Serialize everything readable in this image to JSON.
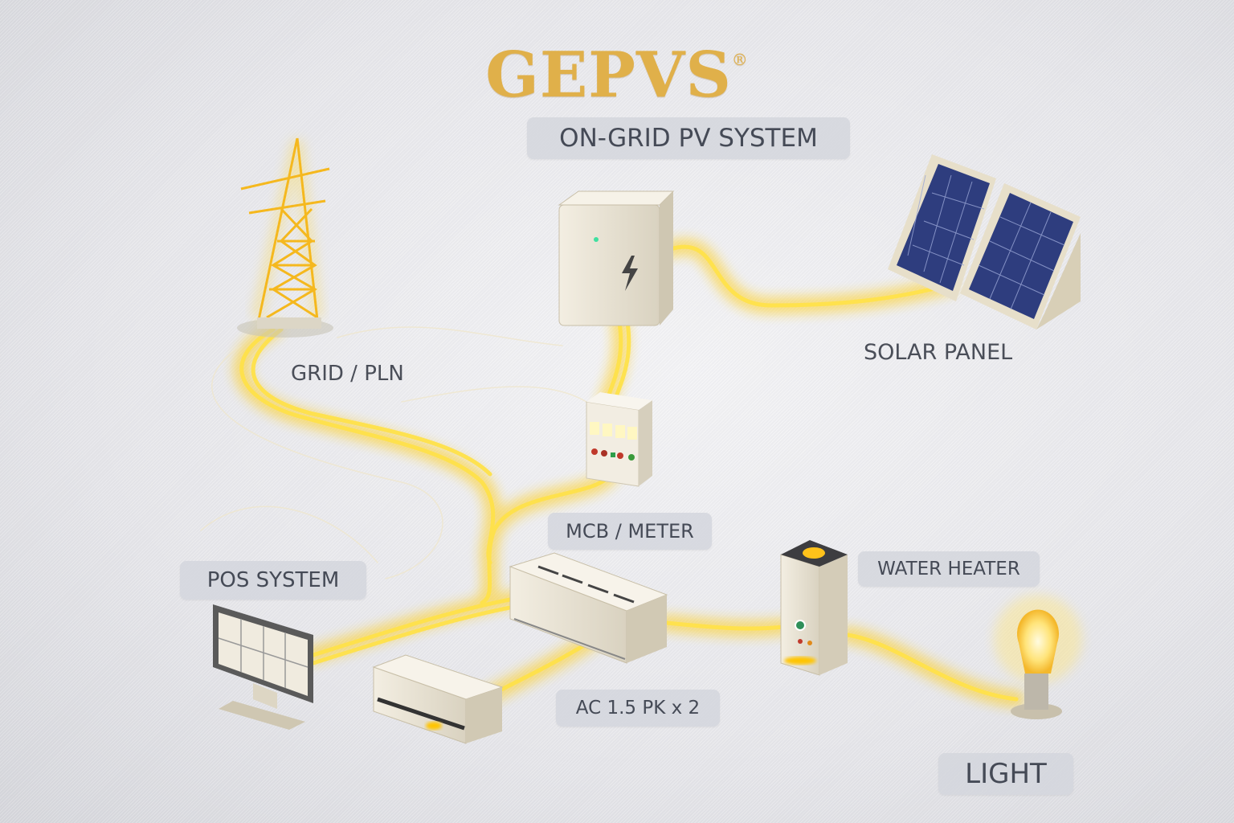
{
  "brand": {
    "name": "GEPVS",
    "registered": "®",
    "color": "#e0b04a"
  },
  "subtitle": "ON-GRID PV SYSTEM",
  "labels": {
    "grid": "GRID / PLN",
    "solar": "SOLAR PANEL",
    "mcb": "MCB / METER",
    "pos": "POS SYSTEM",
    "ac": "AC 1.5 PK x 2",
    "heater": "WATER HEATER",
    "light": "LIGHT"
  },
  "colors": {
    "wire_glow": "#ffd21f",
    "device": "#ece6d6",
    "panel": "#2c3a7a"
  }
}
